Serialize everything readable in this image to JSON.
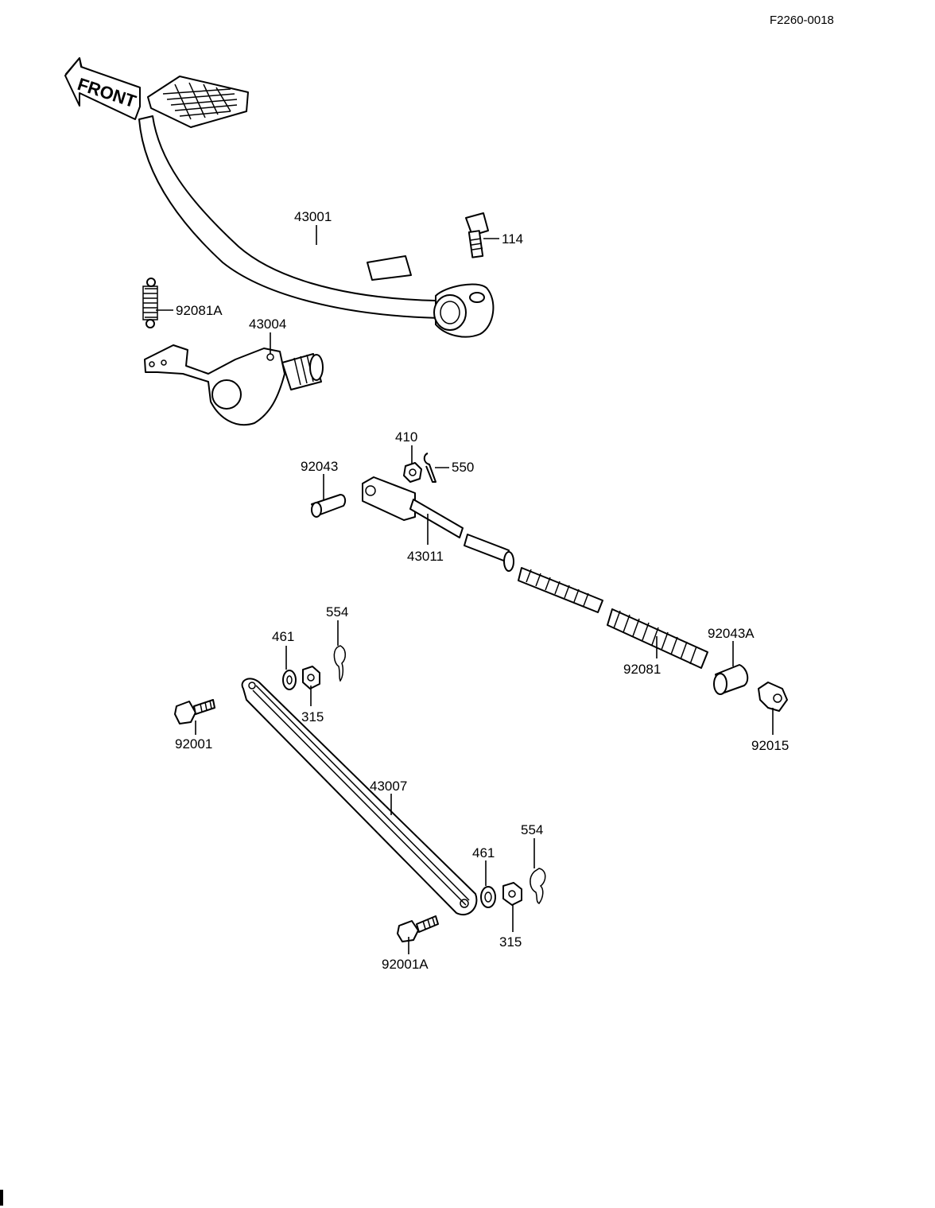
{
  "reference_code": "F2260-0018",
  "front_arrow": {
    "text": "FRONT",
    "icon": "front-arrow-icon"
  },
  "callouts": {
    "p43001": "43001",
    "p114": "114",
    "p92081A": "92081A",
    "p43004": "43004",
    "p410": "410",
    "p550": "550",
    "p92043": "92043",
    "p43011": "43011",
    "p554_top": "554",
    "p461_top": "461",
    "p92043A": "92043A",
    "p315_top": "315",
    "p92081": "92081",
    "p92001": "92001",
    "p92015": "92015",
    "p43007": "43007",
    "p554_bottom": "554",
    "p461_bottom": "461",
    "p315_bottom": "315",
    "p92001A": "92001A"
  }
}
